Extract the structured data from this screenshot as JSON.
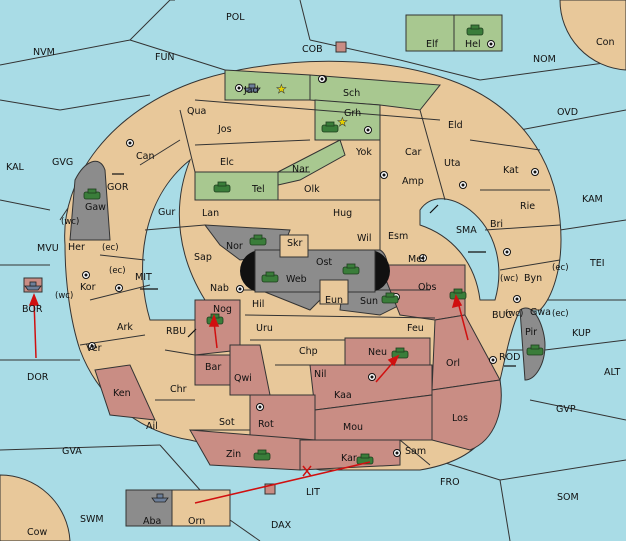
{
  "board": {
    "sea_labels": [
      "POL",
      "COB",
      "FUN",
      "NVM",
      "NOM",
      "Con",
      "OVD",
      "KAL",
      "GVG",
      "GOR",
      "KAM",
      "MVU",
      "MIT",
      "SMA",
      "TEI",
      "BOR",
      "RBU",
      "BUC",
      "KUP",
      "DOR",
      "ROD",
      "ALT",
      "GVP",
      "GVA",
      "FRO",
      "SOM",
      "LIT",
      "SWM",
      "DAX",
      "Cow"
    ],
    "land_labels": [
      "Elf",
      "Hel",
      "Jad",
      "Sch",
      "Grh",
      "Qua",
      "Jos",
      "Eld",
      "Can",
      "Yok",
      "Car",
      "Elc",
      "Nar",
      "Uta",
      "Tel",
      "Olk",
      "Amp",
      "Kat",
      "Gaw",
      "Gur",
      "Lan",
      "Hug",
      "Rie",
      "Bri",
      "Nor",
      "Wil",
      "Esm",
      "Her",
      "Sap",
      "Skr",
      "Ost",
      "Mel",
      "Byn",
      "Kor",
      "Web",
      "Obs",
      "Nab",
      "Eun",
      "Sun",
      "Gwa",
      "Ark",
      "Nog",
      "Hil",
      "Pir",
      "Uru",
      "Feu",
      "Ver",
      "Chp",
      "Neu",
      "Orl",
      "Bar",
      "Qwi",
      "Nil",
      "Ken",
      "Chr",
      "Kaa",
      "Sot",
      "Rot",
      "Los",
      "Ail",
      "Mou",
      "Zin",
      "Kar",
      "Sam",
      "Aba",
      "Orn"
    ],
    "coast_labels": [
      "(wc)",
      "(ec)",
      "(ec)",
      "(wc)",
      "(wc)",
      "(ec)",
      "(wc)",
      "(ec)"
    ],
    "colors": {
      "sea": "#a9dce6",
      "land": "#e8c89a",
      "green": "#a8c890",
      "red": "#c98d84",
      "grey": "#8c8c8c"
    }
  }
}
